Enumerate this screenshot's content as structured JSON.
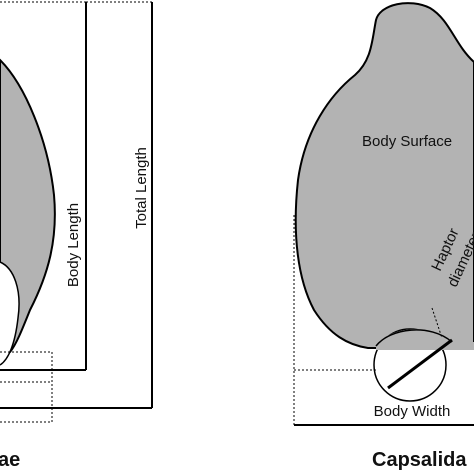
{
  "labels": {
    "body_length": "Body Length",
    "total_length": "Total Length",
    "body_surface": "Body Surface",
    "haptor_line1": "Haptor",
    "haptor_line2": "diameter",
    "body_width": "Body Width",
    "left_family": "ae",
    "right_family": "Capsalida"
  },
  "colors": {
    "body_fill": "#b3b3b3",
    "stroke": "#000000"
  }
}
